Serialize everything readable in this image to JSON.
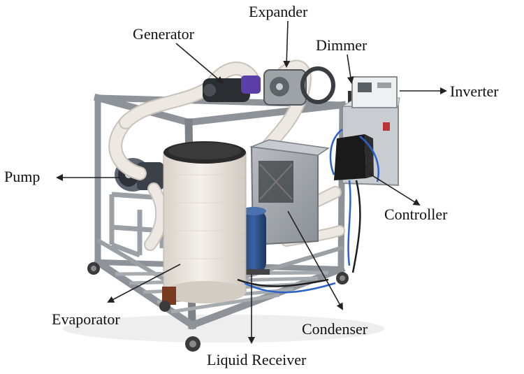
{
  "labels": {
    "expander": "Expander",
    "generator": "Generator",
    "dimmer": "Dimmer",
    "inverter": "Inverter",
    "pump": "Pump",
    "controller": "Controller",
    "evaporator": "Evaporator",
    "condenser": "Condenser",
    "liquid_receiver": "Liquid Receiver"
  },
  "colors": {
    "frame": "#8e9399",
    "frame_dark": "#5f6469",
    "insulation": "#ede8e2",
    "insulation_shadow": "#c9c3bb",
    "receiver": "#2d4f86",
    "controller_box": "#1a1a1a",
    "cabinet": "#cfd2d5",
    "cable_blue": "#2b62c8",
    "arrow": "#222222"
  }
}
